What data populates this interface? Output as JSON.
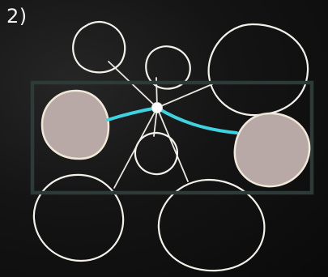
{
  "panel": {
    "label": "2)"
  },
  "colors": {
    "background": "#0d0d0d",
    "outline": "#f4f1ea",
    "highlight_box": "#2c3b38",
    "connection": "#3fd3e0",
    "filled_cell": "#b8a9a7",
    "hub": "#ffffff"
  },
  "cells": {
    "outline_count": 6,
    "highlighted_count": 2
  }
}
